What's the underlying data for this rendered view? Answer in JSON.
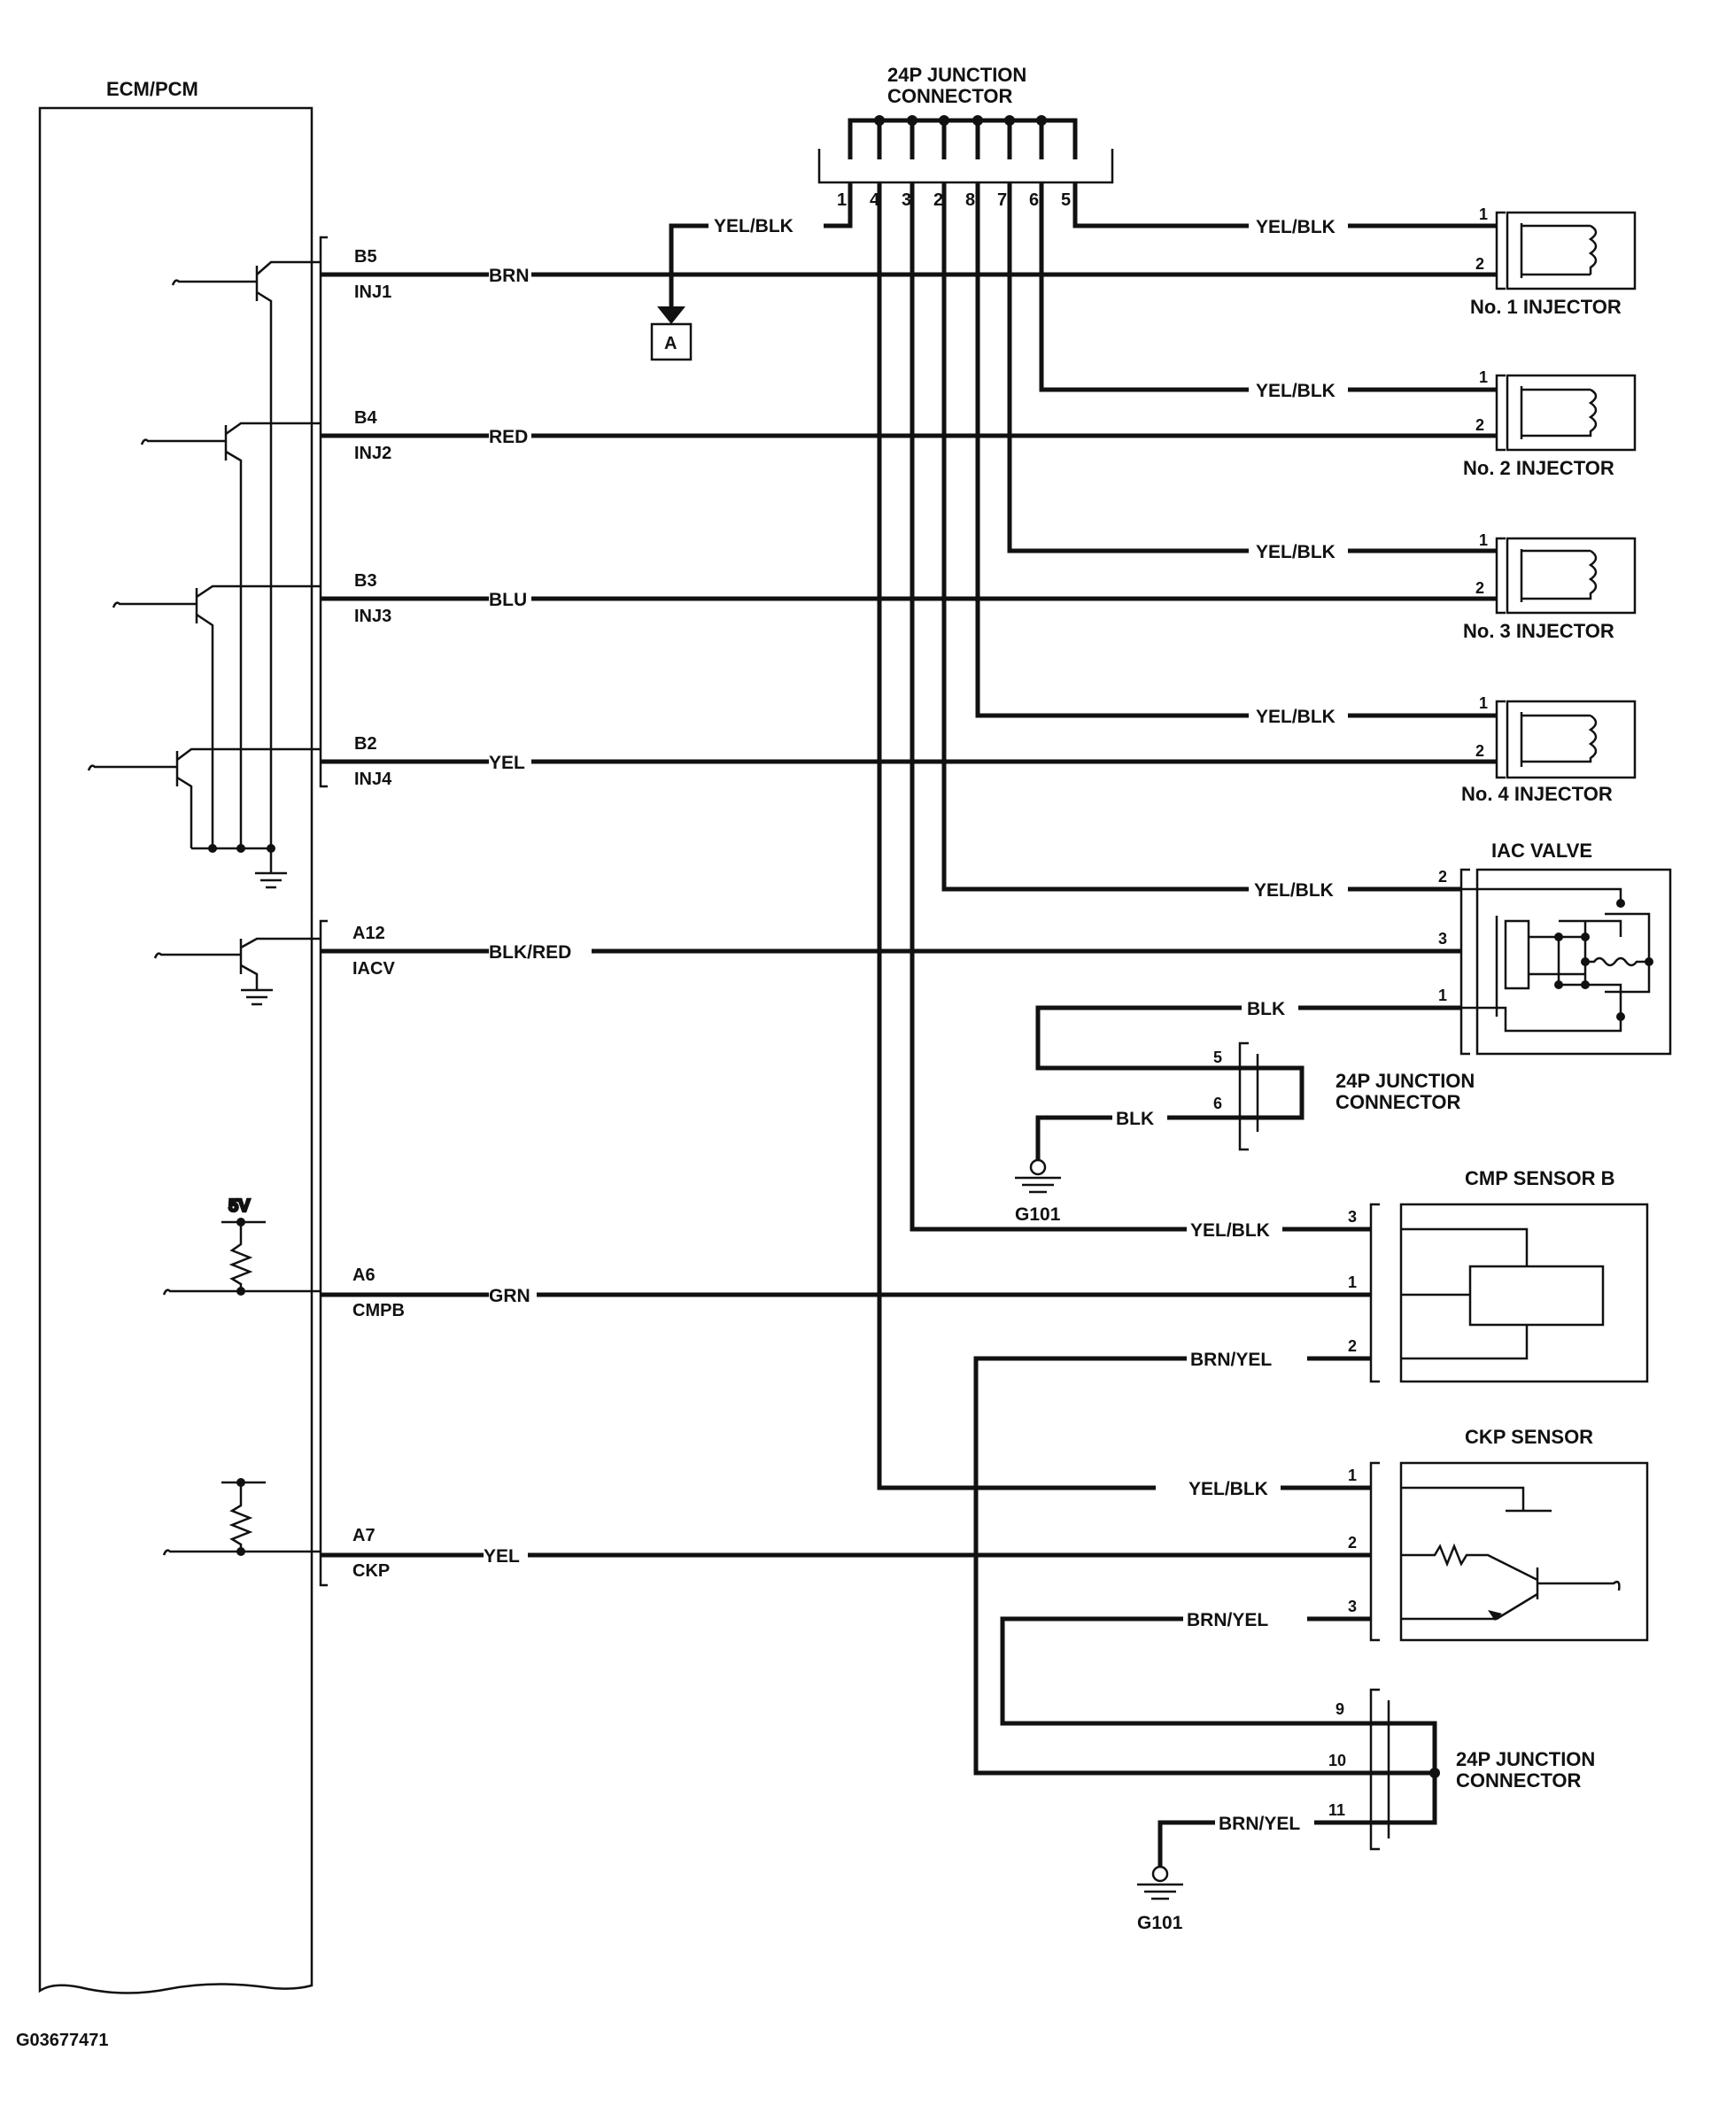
{
  "ecm": {
    "title": "ECM/PCM",
    "pins": [
      {
        "pin": "B5",
        "name": "INJ1",
        "wire": "BRN"
      },
      {
        "pin": "B4",
        "name": "INJ2",
        "wire": "RED"
      },
      {
        "pin": "B3",
        "name": "INJ3",
        "wire": "BLU"
      },
      {
        "pin": "B2",
        "name": "INJ4",
        "wire": "YEL"
      },
      {
        "pin": "A12",
        "name": "IACV",
        "wire": "BLK/RED"
      },
      {
        "pin": "A6",
        "name": "CMPB",
        "wire": "GRN"
      },
      {
        "pin": "A7",
        "name": "CKP",
        "wire": "YEL"
      }
    ],
    "supply_label": "5V"
  },
  "junction_top": {
    "title_line1": "24P JUNCTION",
    "title_line2": "CONNECTOR",
    "pins": [
      "1",
      "4",
      "3",
      "2",
      "8",
      "7",
      "6",
      "5"
    ],
    "feed_wire": "YEL/BLK",
    "ref_box": "A"
  },
  "injectors": [
    {
      "label": "No. 1 INJECTOR",
      "wire": "YEL/BLK",
      "pin1": "1",
      "pin2": "2"
    },
    {
      "label": "No. 2 INJECTOR",
      "wire": "YEL/BLK",
      "pin1": "1",
      "pin2": "2"
    },
    {
      "label": "No. 3 INJECTOR",
      "wire": "YEL/BLK",
      "pin1": "1",
      "pin2": "2"
    },
    {
      "label": "No. 4 INJECTOR",
      "wire": "YEL/BLK",
      "pin1": "1",
      "pin2": "2"
    }
  ],
  "iac": {
    "title": "IAC VALVE",
    "wire_power": "YEL/BLK",
    "wire_ground": "BLK",
    "pins": [
      "2",
      "3",
      "1"
    ]
  },
  "junction_mid": {
    "title_line1": "24P JUNCTION",
    "title_line2": "CONNECTOR",
    "pins": [
      "5",
      "6"
    ],
    "wire": "BLK",
    "ground": "G101"
  },
  "cmp": {
    "title": "CMP SENSOR B",
    "wire_power": "YEL/BLK",
    "wire_ground": "BRN/YEL",
    "pins": [
      "3",
      "1",
      "2"
    ]
  },
  "ckp": {
    "title": "CKP SENSOR",
    "wire_power": "YEL/BLK",
    "wire_ground": "BRN/YEL",
    "pins": [
      "1",
      "2",
      "3"
    ]
  },
  "junction_bottom": {
    "title_line1": "24P JUNCTION",
    "title_line2": "CONNECTOR",
    "pins": [
      "9",
      "10",
      "11"
    ],
    "wire": "BRN/YEL",
    "ground": "G101"
  },
  "figure_id": "G03677471"
}
